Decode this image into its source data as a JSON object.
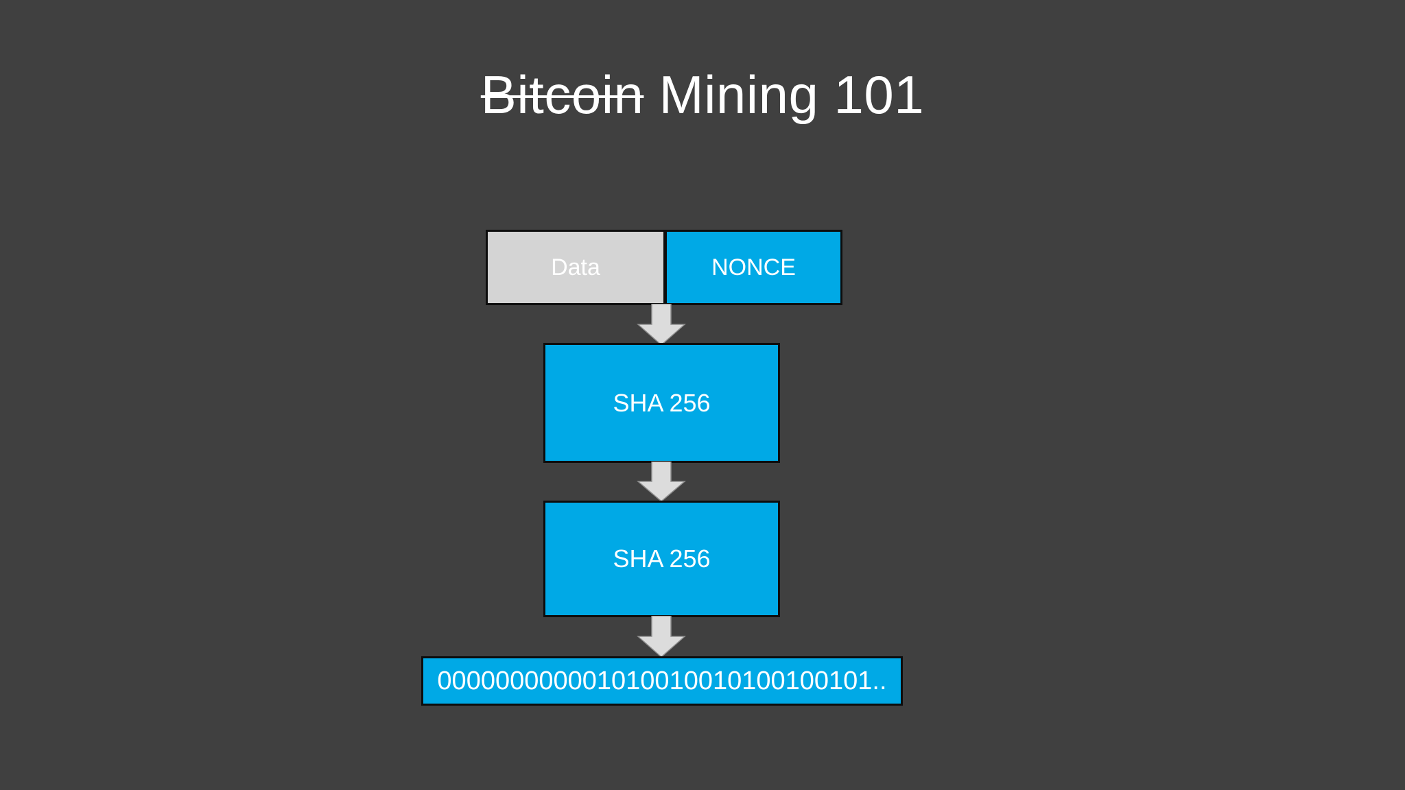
{
  "slide": {
    "background_color": "#404040",
    "title": {
      "struck_word": "Bitcoin",
      "rest": " Mining 101",
      "full_text": "Bitcoin Mining 101"
    }
  },
  "colors": {
    "accent_blue": "#00A9E6",
    "data_grey": "#D4D4D4",
    "arrow_grey": "#DCDCDC",
    "outline": "#0d0d0d",
    "text_white": "#FFFFFF"
  },
  "diagram": {
    "type": "flowchart",
    "blocks": [
      {
        "id": "data",
        "label": "Data",
        "fill": "#D4D4D4",
        "row": 1
      },
      {
        "id": "nonce",
        "label": "NONCE",
        "fill": "#00A9E6",
        "row": 1
      },
      {
        "id": "sha1",
        "label": "SHA 256",
        "fill": "#00A9E6",
        "row": 2
      },
      {
        "id": "sha2",
        "label": "SHA 256",
        "fill": "#00A9E6",
        "row": 3
      },
      {
        "id": "hash",
        "label": "000000000001010010010100100101..",
        "fill": "#00A9E6",
        "row": 4
      }
    ],
    "arrows": [
      {
        "id": "arrow-1",
        "from": "data-nonce-row",
        "to": "sha1",
        "direction": "down"
      },
      {
        "id": "arrow-2",
        "from": "sha1",
        "to": "sha2",
        "direction": "down"
      },
      {
        "id": "arrow-3",
        "from": "sha2",
        "to": "hash",
        "direction": "down"
      }
    ]
  }
}
